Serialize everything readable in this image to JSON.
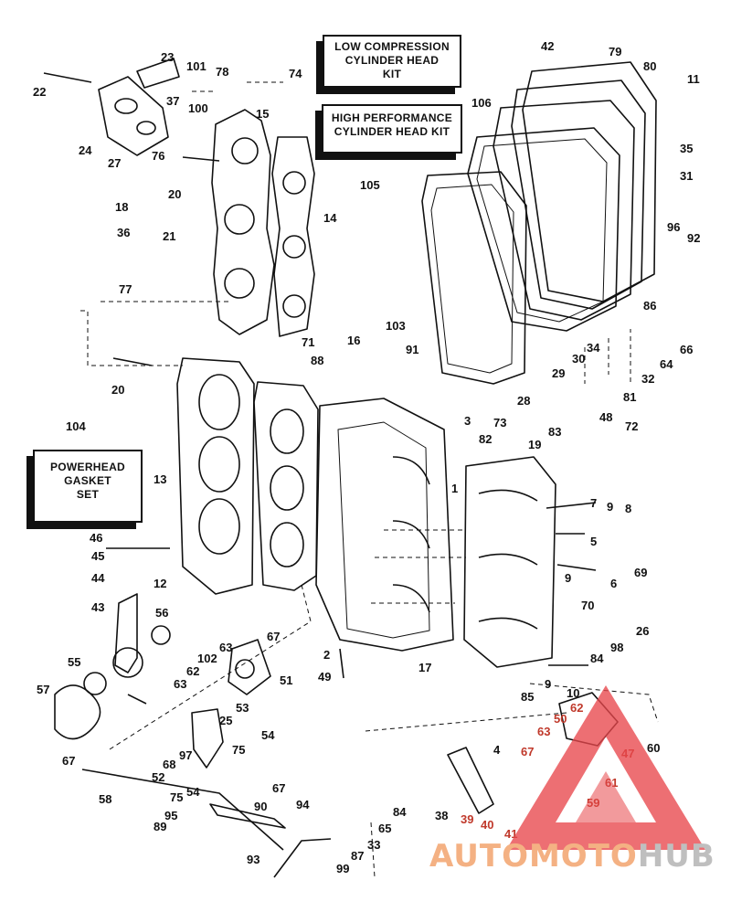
{
  "labels": {
    "kit_low_compression": [
      "LOW COMPRESSION",
      "CYLINDER HEAD",
      "KIT"
    ],
    "kit_high_performance": [
      "HIGH PERFORMANCE",
      "CYLINDER HEAD KIT"
    ],
    "kit_powerhead_gasket": [
      "POWERHEAD",
      "GASKET",
      "SET"
    ]
  },
  "callouts": [
    {
      "id": "c22",
      "text": "22"
    },
    {
      "id": "c23",
      "text": "23"
    },
    {
      "id": "c101",
      "text": "101"
    },
    {
      "id": "c78",
      "text": "78"
    },
    {
      "id": "c74",
      "text": "74"
    },
    {
      "id": "c37",
      "text": "37"
    },
    {
      "id": "c100",
      "text": "100"
    },
    {
      "id": "c15",
      "text": "15"
    },
    {
      "id": "c24",
      "text": "24"
    },
    {
      "id": "c27",
      "text": "27"
    },
    {
      "id": "c76",
      "text": "76"
    },
    {
      "id": "c20a",
      "text": "20"
    },
    {
      "id": "c18",
      "text": "18"
    },
    {
      "id": "c14",
      "text": "14"
    },
    {
      "id": "c36",
      "text": "36"
    },
    {
      "id": "c21",
      "text": "21"
    },
    {
      "id": "c77",
      "text": "77"
    },
    {
      "id": "c106",
      "text": "106"
    },
    {
      "id": "c105",
      "text": "105"
    },
    {
      "id": "c42",
      "text": "42"
    },
    {
      "id": "c79",
      "text": "79"
    },
    {
      "id": "c80",
      "text": "80"
    },
    {
      "id": "c11",
      "text": "11"
    },
    {
      "id": "c35",
      "text": "35"
    },
    {
      "id": "c31",
      "text": "31"
    },
    {
      "id": "c96",
      "text": "96"
    },
    {
      "id": "c92",
      "text": "92"
    },
    {
      "id": "c86",
      "text": "86"
    },
    {
      "id": "c66",
      "text": "66"
    },
    {
      "id": "c64",
      "text": "64"
    },
    {
      "id": "c32",
      "text": "32"
    },
    {
      "id": "c81",
      "text": "81"
    },
    {
      "id": "c34",
      "text": "34"
    },
    {
      "id": "c30",
      "text": "30"
    },
    {
      "id": "c29",
      "text": "29"
    },
    {
      "id": "c28",
      "text": "28"
    },
    {
      "id": "c103",
      "text": "103"
    },
    {
      "id": "c91",
      "text": "91"
    },
    {
      "id": "c71",
      "text": "71"
    },
    {
      "id": "c16",
      "text": "16"
    },
    {
      "id": "c88",
      "text": "88"
    },
    {
      "id": "c20b",
      "text": "20"
    },
    {
      "id": "c104",
      "text": "104"
    },
    {
      "id": "c13",
      "text": "13"
    },
    {
      "id": "c3",
      "text": "3"
    },
    {
      "id": "c73",
      "text": "73"
    },
    {
      "id": "c82",
      "text": "82"
    },
    {
      "id": "c83",
      "text": "83"
    },
    {
      "id": "c19",
      "text": "19"
    },
    {
      "id": "c1",
      "text": "1"
    },
    {
      "id": "c48",
      "text": "48"
    },
    {
      "id": "c72",
      "text": "72"
    },
    {
      "id": "c7",
      "text": "7"
    },
    {
      "id": "c9a",
      "text": "9"
    },
    {
      "id": "c8",
      "text": "8"
    },
    {
      "id": "c5",
      "text": "5"
    },
    {
      "id": "c9b",
      "text": "9"
    },
    {
      "id": "c6",
      "text": "6"
    },
    {
      "id": "c69",
      "text": "69"
    },
    {
      "id": "c70",
      "text": "70"
    },
    {
      "id": "c26",
      "text": "26"
    },
    {
      "id": "c98",
      "text": "98"
    },
    {
      "id": "c84a",
      "text": "84"
    },
    {
      "id": "c46",
      "text": "46"
    },
    {
      "id": "c45",
      "text": "45"
    },
    {
      "id": "c44",
      "text": "44"
    },
    {
      "id": "c12",
      "text": "12"
    },
    {
      "id": "c43",
      "text": "43"
    },
    {
      "id": "c56",
      "text": "56"
    },
    {
      "id": "c55",
      "text": "55"
    },
    {
      "id": "c57",
      "text": "57"
    },
    {
      "id": "c67a",
      "text": "67"
    },
    {
      "id": "c63a",
      "text": "63"
    },
    {
      "id": "c102",
      "text": "102"
    },
    {
      "id": "c62a",
      "text": "62"
    },
    {
      "id": "c63b",
      "text": "63"
    },
    {
      "id": "c51",
      "text": "51"
    },
    {
      "id": "c2",
      "text": "2"
    },
    {
      "id": "c49",
      "text": "49"
    },
    {
      "id": "c17",
      "text": "17"
    },
    {
      "id": "c9c",
      "text": "9"
    },
    {
      "id": "c10",
      "text": "10"
    },
    {
      "id": "c85",
      "text": "85"
    },
    {
      "id": "c53",
      "text": "53"
    },
    {
      "id": "c25",
      "text": "25"
    },
    {
      "id": "c54a",
      "text": "54"
    },
    {
      "id": "c75a",
      "text": "75"
    },
    {
      "id": "c97",
      "text": "97"
    },
    {
      "id": "c68",
      "text": "68"
    },
    {
      "id": "c52",
      "text": "52"
    },
    {
      "id": "c67b",
      "text": "67"
    },
    {
      "id": "c75b",
      "text": "75"
    },
    {
      "id": "c54b",
      "text": "54"
    },
    {
      "id": "c58",
      "text": "58"
    },
    {
      "id": "c67c",
      "text": "67"
    },
    {
      "id": "c90",
      "text": "90"
    },
    {
      "id": "c94",
      "text": "94"
    },
    {
      "id": "c95",
      "text": "95"
    },
    {
      "id": "c89",
      "text": "89"
    },
    {
      "id": "c93",
      "text": "93"
    },
    {
      "id": "c99",
      "text": "99"
    },
    {
      "id": "c87",
      "text": "87"
    },
    {
      "id": "c33",
      "text": "33"
    },
    {
      "id": "c65",
      "text": "65"
    },
    {
      "id": "c84b",
      "text": "84"
    },
    {
      "id": "c4",
      "text": "4"
    },
    {
      "id": "c38",
      "text": "38"
    },
    {
      "id": "c39",
      "text": "39"
    },
    {
      "id": "c40",
      "text": "40"
    },
    {
      "id": "c41",
      "text": "41"
    },
    {
      "id": "c62b",
      "text": "62"
    },
    {
      "id": "c50",
      "text": "50"
    },
    {
      "id": "c63c",
      "text": "63"
    },
    {
      "id": "c67d",
      "text": "67"
    },
    {
      "id": "c47",
      "text": "47"
    },
    {
      "id": "c61",
      "text": "61"
    },
    {
      "id": "c59",
      "text": "59"
    },
    {
      "id": "c60",
      "text": "60"
    }
  ],
  "watermark": {
    "part_a": "AUTOMOTO",
    "part_b": "HUB",
    "color_a": "#f4b183",
    "color_b": "#bfbfbf",
    "logo_color": "#e8474c"
  }
}
